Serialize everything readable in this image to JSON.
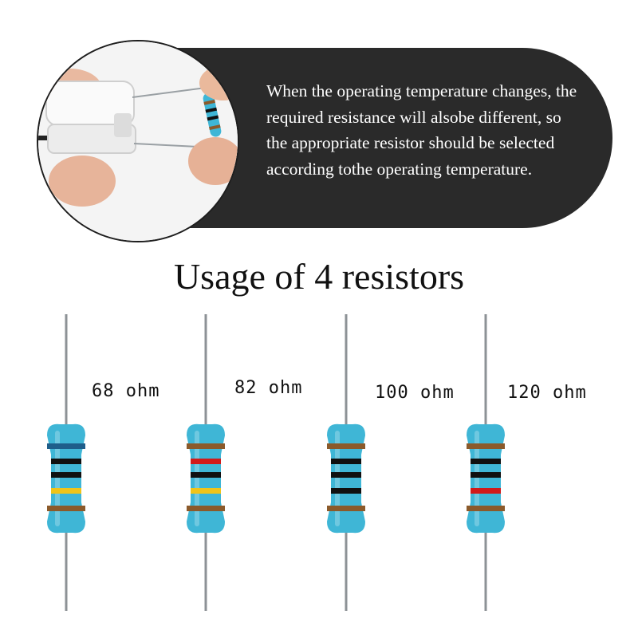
{
  "banner": {
    "text": "When the operating temperature changes, the required resistance will alsobe different, so the appropriate resistor should be selected according tothe operating temperature."
  },
  "title": "Usage of 4 resistors",
  "resistors": [
    {
      "label": "68 ohm",
      "bands": [
        "#1e5e8a",
        "#101010",
        "#101010",
        "#f0c419",
        "#8b5a2b"
      ]
    },
    {
      "label": "82 ohm",
      "bands": [
        "#8b5a2b",
        "#d11a1a",
        "#101010",
        "#f0c419",
        "#8b5a2b"
      ]
    },
    {
      "label": "100 ohm",
      "bands": [
        "#8b5a2b",
        "#101010",
        "#101010",
        "#101010",
        "#8b5a2b"
      ]
    },
    {
      "label": "120 ohm",
      "bands": [
        "#8b5a2b",
        "#101010",
        "#101010",
        "#d11a1a",
        "#8b5a2b"
      ]
    }
  ],
  "colors": {
    "banner_bg": "#2a2a2a",
    "resistor_body": "#3fb6d6",
    "lead": "#8d9296"
  }
}
